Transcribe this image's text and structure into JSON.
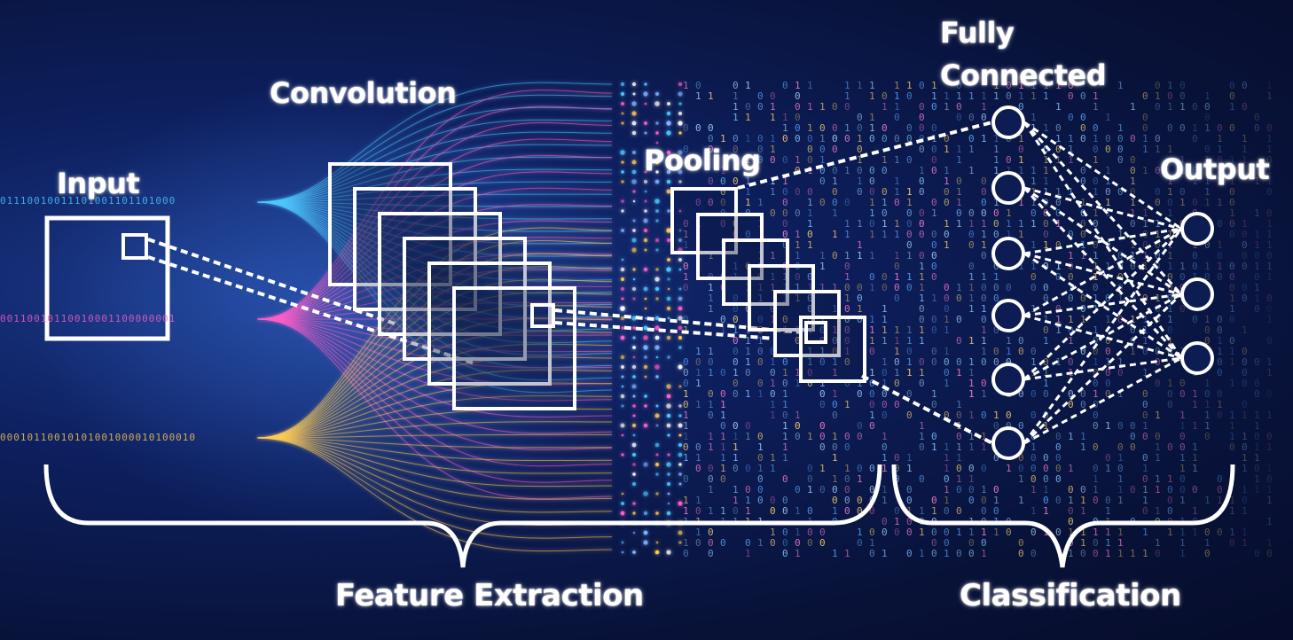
{
  "labels": {
    "input": "Input",
    "convolution": "Convolution",
    "pooling": "Pooling",
    "fully_connected_line1": "Fully",
    "fully_connected_line2": "Connected",
    "output": "Output",
    "feature_extraction": "Feature Extraction",
    "classification": "Classification"
  },
  "input_streams": [
    {
      "bits": "01110010011101001101101000",
      "color": "#4fc8ff"
    },
    {
      "bits": "00110010110010001100000001",
      "color": "#ff5fc8"
    },
    {
      "bits": "00010110010101001000010100010",
      "color": "#ffcc55"
    }
  ],
  "colors": {
    "background": "#0a1640",
    "stroke": "#ffffff",
    "cyan": "#4fc8ff",
    "magenta": "#ff5fc8",
    "gold": "#ffcc55"
  },
  "network": {
    "fully_connected_nodes": 6,
    "output_nodes": 3,
    "convolution_maps": 6,
    "pooling_maps": 6
  }
}
